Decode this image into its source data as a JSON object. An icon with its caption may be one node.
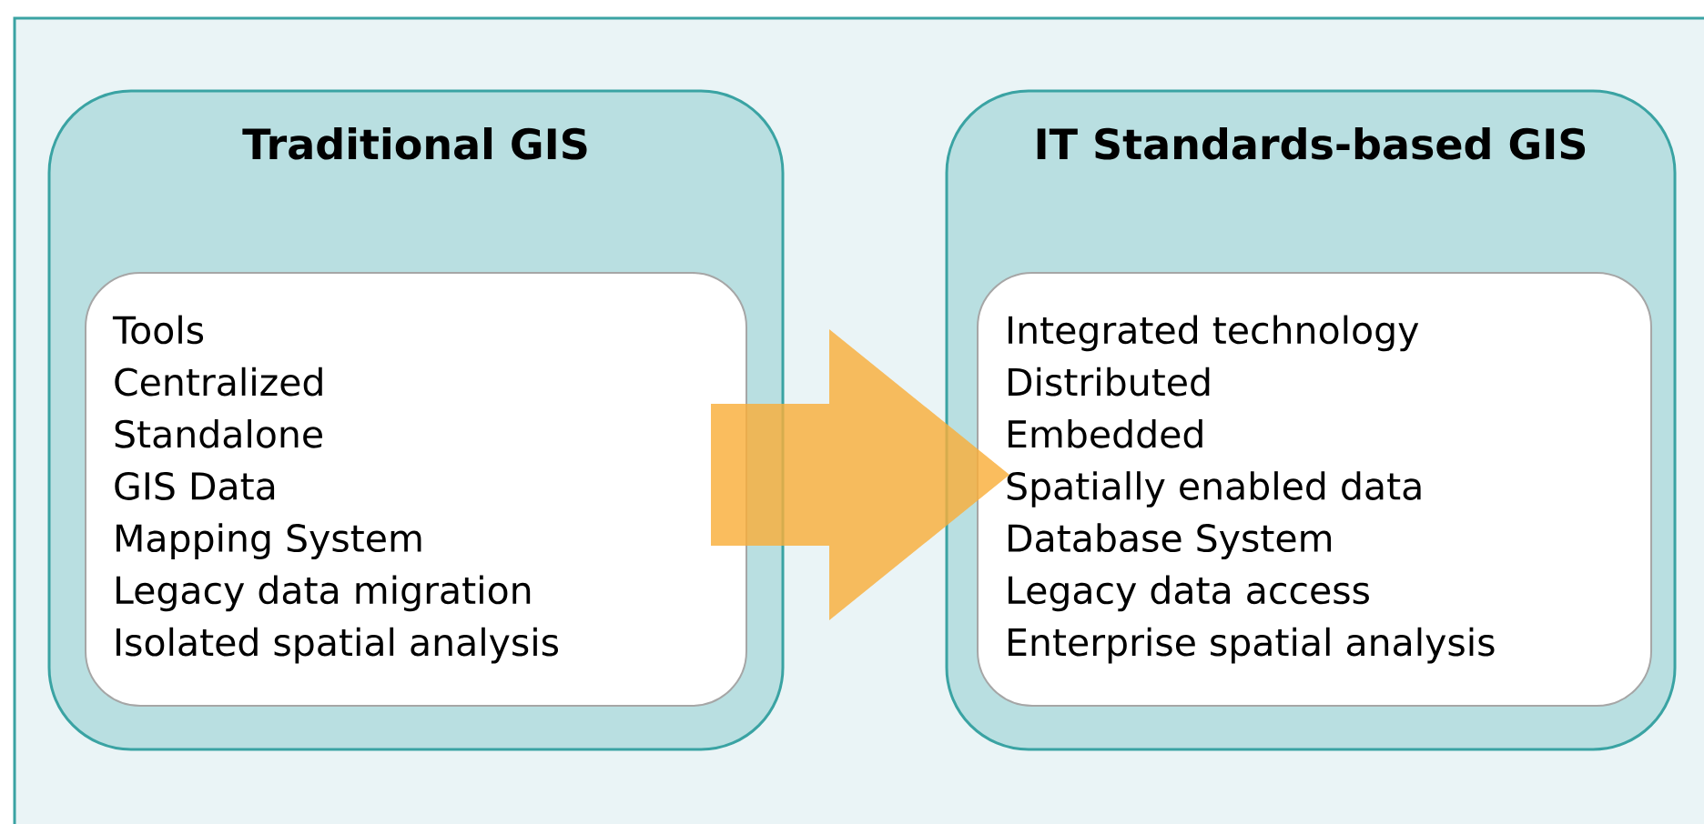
{
  "diagram": {
    "nodes": [
      {
        "text": [
          "Traditional GIS"
        ]
      },
      {
        "text": [
          "Tools",
          "Centralized",
          "Standalone",
          "GIS Data",
          "Mapping System",
          "Legacy data migration",
          "Isolated spatial analysis"
        ],
        "in": 0
      },
      {
        "text": [
          "IT Standards-based GIS"
        ]
      },
      {
        "text": [
          "Integrated technology",
          "Distributed",
          "Embedded",
          "Spatially enabled data",
          "Database System",
          "Legacy data access",
          "Enterprise spatial analysis"
        ],
        "in": 2
      }
    ],
    "edges": [
      {
        "from": 1,
        "to": 3,
        "arrow": "to"
      }
    ]
  }
}
